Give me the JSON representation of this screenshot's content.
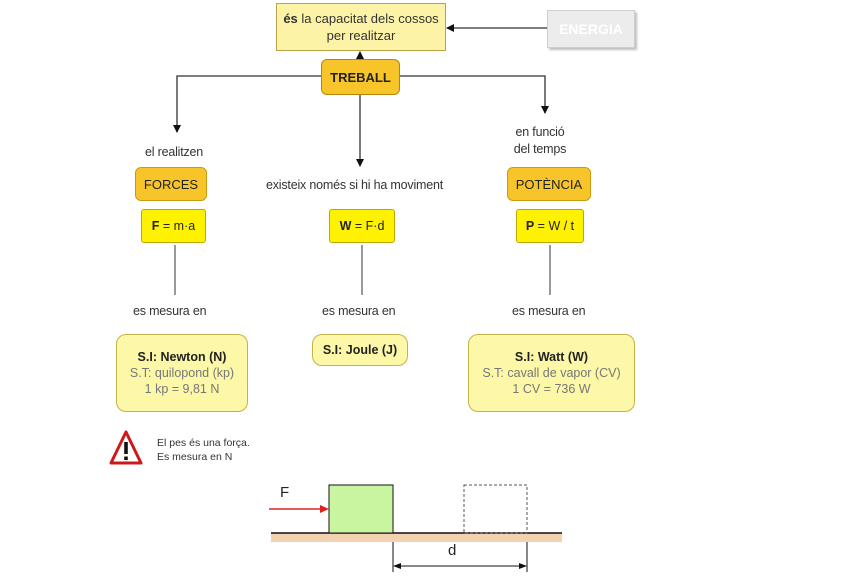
{
  "definition": {
    "bold_word": "és",
    "line1_rest": " la capacitat dels cossos",
    "line2": "per realitzar"
  },
  "energia_label": "ENERGIA",
  "treball_label": "TREBALL",
  "branches": {
    "left": {
      "connector": "el realitzen",
      "concept": "FORCES",
      "formula_symbol": "F",
      "formula_rest": " = m·a",
      "measure_label": "es mesura en",
      "unit_title": "S.I: Newton (N)",
      "unit_line2": "S.T: quilopond (kp)",
      "unit_line3": "1 kp = 9,81 N"
    },
    "middle": {
      "connector": "existeix només si hi ha moviment",
      "formula_symbol": "W",
      "formula_rest": " = F·d",
      "measure_label": "es mesura en",
      "unit_title": "S.I: Joule (J)"
    },
    "right": {
      "connector_line1": "en funció",
      "connector_line2": "del temps",
      "concept": "POTÈNCIA",
      "formula_symbol": "P",
      "formula_rest": " = W / t",
      "measure_label": "es mesura en",
      "unit_title": "S.I: Watt (W)",
      "unit_line2": "S.T: cavall de vapor (CV)",
      "unit_line3": "1 CV = 736 W"
    }
  },
  "warning": {
    "line1": "El pes és una força.",
    "line2": "Es mesura en N"
  },
  "illustration": {
    "force_label": "F",
    "distance_label": "d"
  },
  "colors": {
    "orange": "#f7c52a",
    "formula_yellow": "#fff200",
    "pale_yellow": "#fdf7a8",
    "block_green": "#c9f5a0",
    "ground": "#f3d1b1",
    "arrow_red": "#e02020",
    "warning_red": "#cc1a1a"
  },
  "icons": [
    "warning-icon"
  ]
}
